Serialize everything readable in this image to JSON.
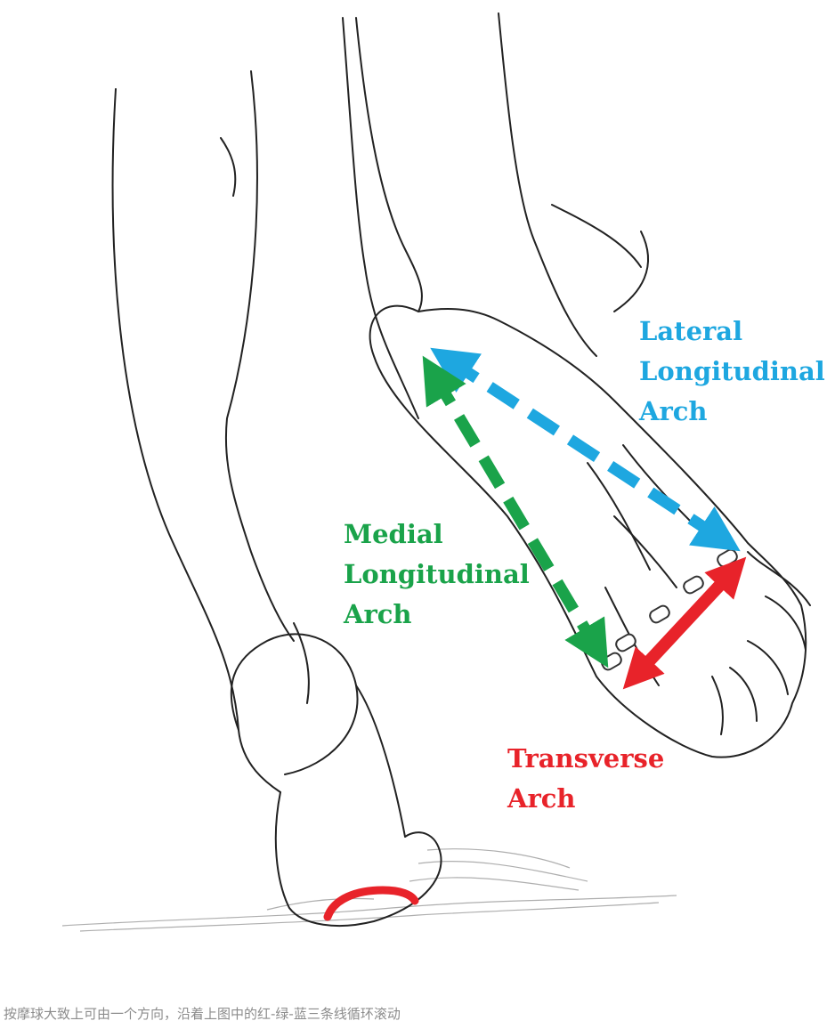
{
  "labels": {
    "lateral": {
      "line1": "Lateral",
      "line2": "Longitudinal",
      "line3": "Arch",
      "color": "#1ea7e0"
    },
    "medial": {
      "line1": "Medial",
      "line2": "Longitudinal",
      "line3": "Arch",
      "color": "#1aa34a"
    },
    "transverse": {
      "line1": "Transverse",
      "line2": "Arch",
      "color": "#e8232a"
    }
  },
  "caption": "按摩球大致上可由一个方向，沿着上图中的红-绿-蓝三条线循环滚动",
  "colors": {
    "line_art": "#222222",
    "shadow": "#9a9a9a",
    "heel_marker": "#e8232a"
  }
}
